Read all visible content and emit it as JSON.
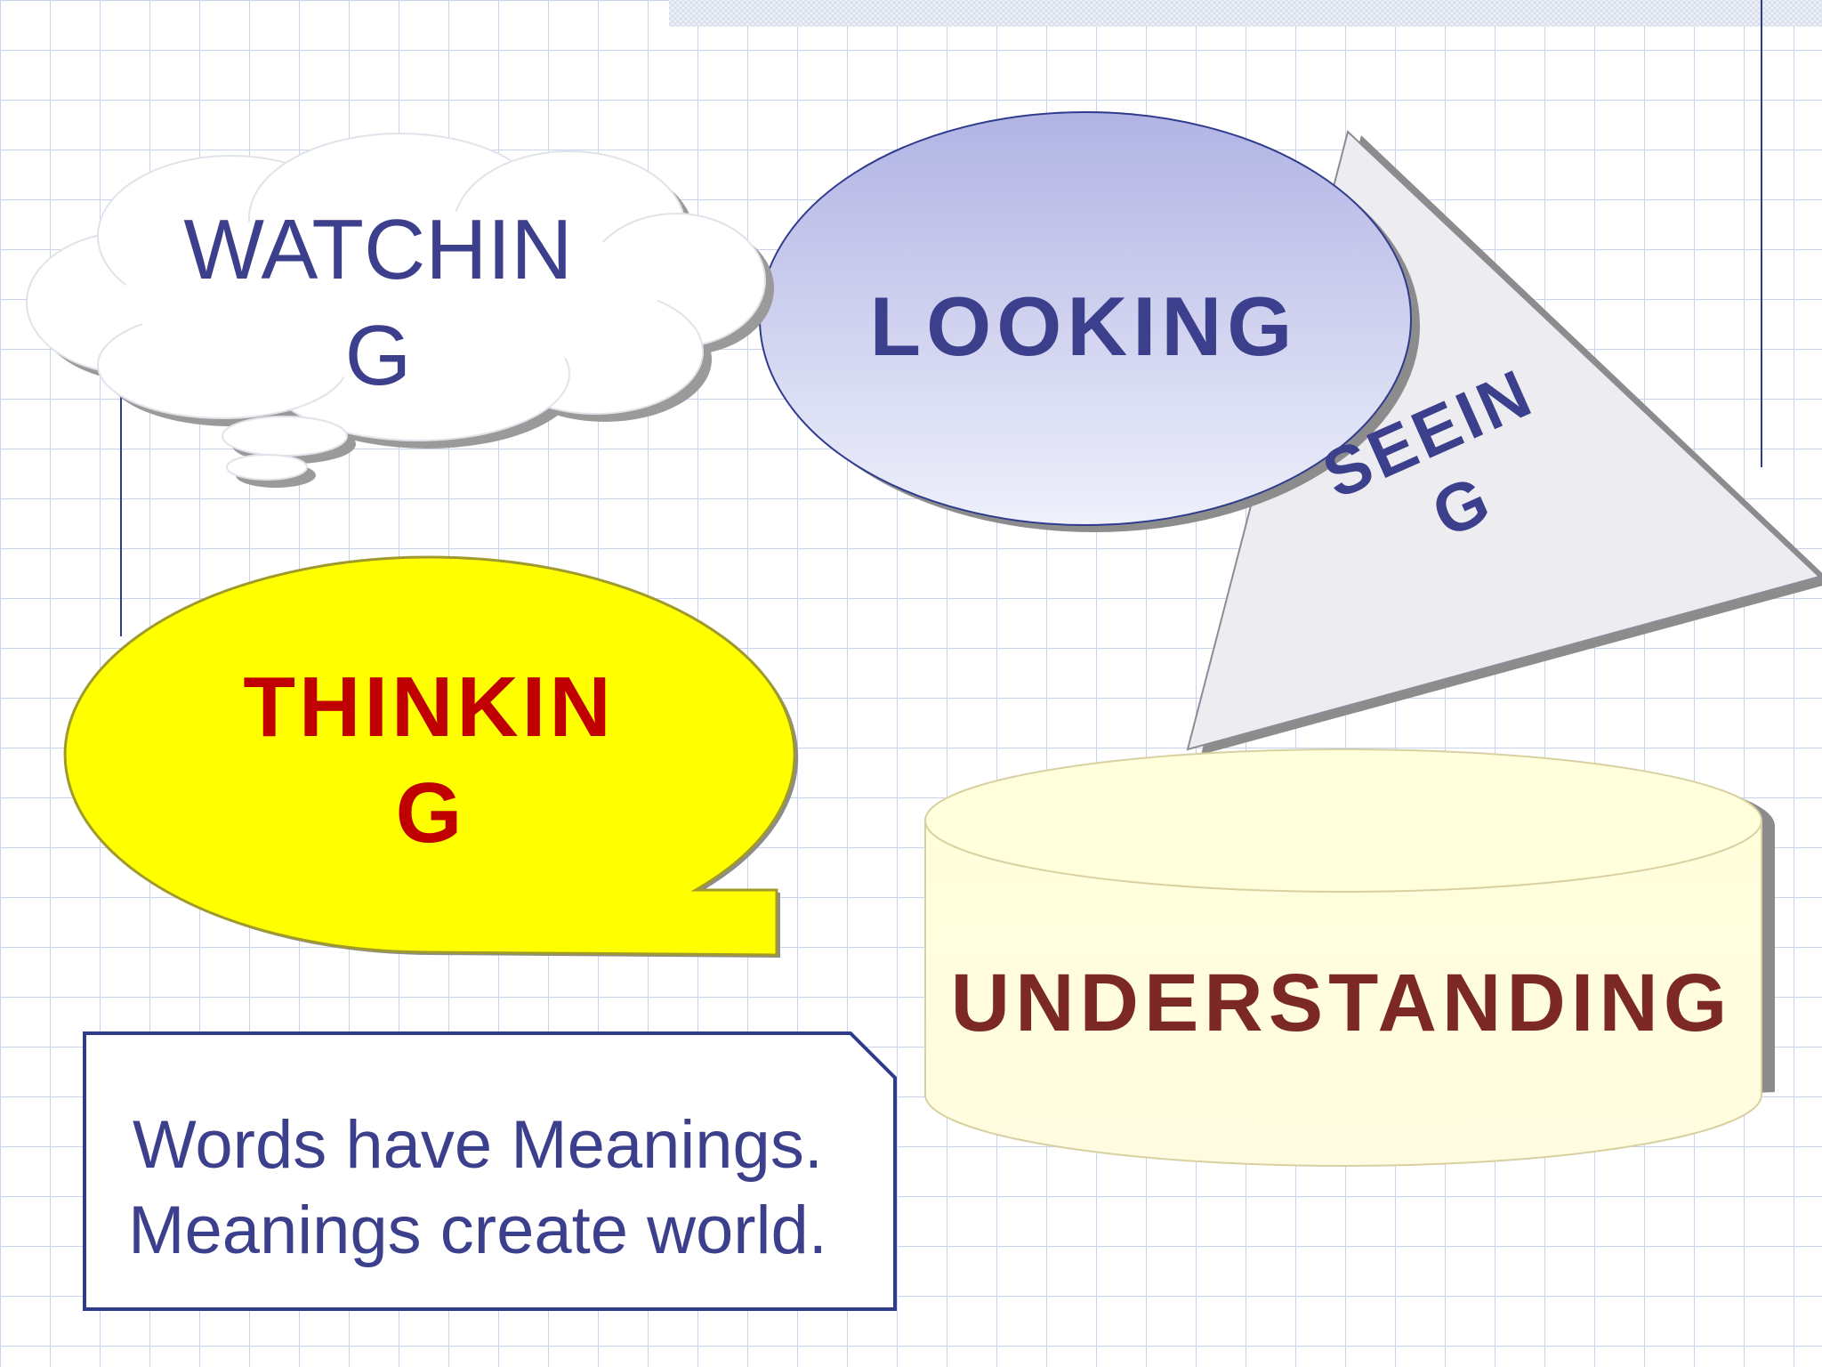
{
  "shapes": {
    "watching": {
      "line1": "WATCHIN",
      "line2": "G",
      "color": "#3b3f8c"
    },
    "looking": {
      "text": "LOOKING",
      "color": "#3b3f8c"
    },
    "seeing": {
      "line1": "SEEIN",
      "line2": "G",
      "color": "#3b3f8c"
    },
    "thinking": {
      "line1": "THINKIN",
      "line2": "G",
      "color": "#c00000",
      "fill": "#ffff00"
    },
    "understanding": {
      "text": "UNDERSTANDING",
      "color": "#7b2826",
      "fill": "#ffffdc"
    }
  },
  "note": {
    "line1": "Words have Meanings.",
    "line2": "Meanings create world.",
    "color": "#3b3f8c"
  },
  "colors": {
    "grid": "#c9d3ec",
    "border": "#2f3b8c",
    "shadow": "#8c8c8c"
  }
}
